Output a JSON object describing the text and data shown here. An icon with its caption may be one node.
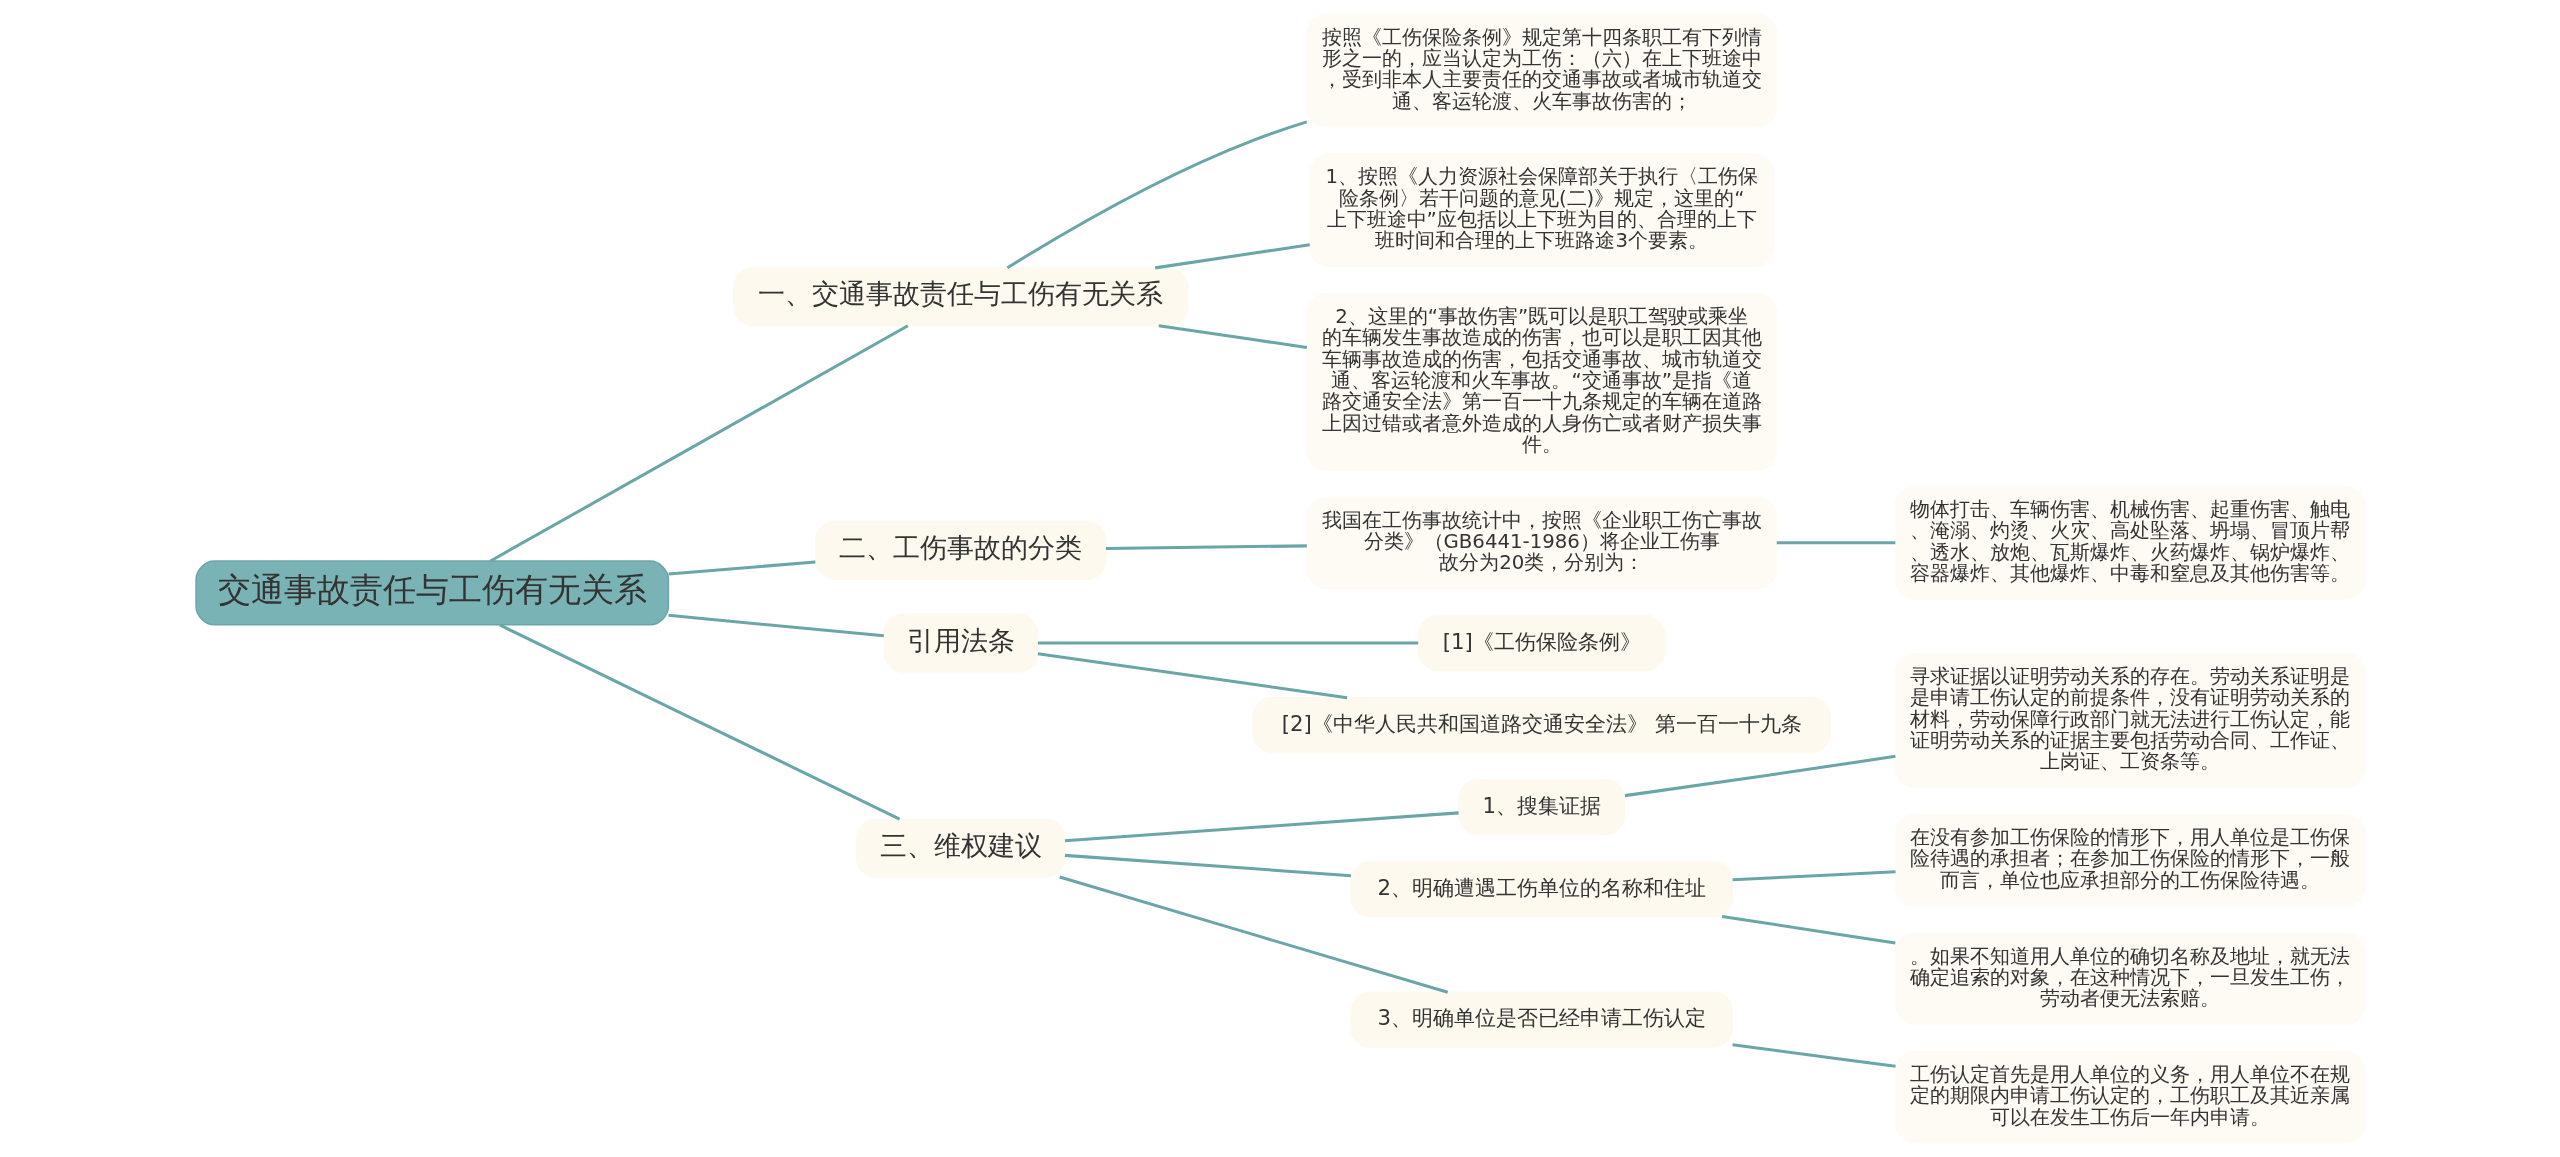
{
  "diagram": {
    "nodes": [
      {
        "text": [
          "交通事故责任与工伤有无关系"
        ]
      },
      {
        "text": [
          "一、交通事故责任与工伤有无关系"
        ]
      },
      {
        "text": [
          "按照《工伤保险条例》规定第十四条职工有下列情形之一的，应当认定为工伤：（六）在上下班途中，受到非本人主要责任的交通事故或者城市轨道交通、客运轮渡、火车事故伤害的；"
        ]
      },
      {
        "text": [
          "1、按照《人力资源社会保障部关于执行〈工伤保险条例〉若干问题的意见(二)》规定，这里的“上下班途中”应包括以上下班为目的、合理的上下班时间和合理的上下班路途3个要素。"
        ]
      },
      {
        "text": [
          "2、这里的“事故伤害”既可以是职工驾驶或乘坐的车辆发生事故造成的伤害，也可以是职工因其他车辆事故造成的伤害，包括交通事故、城市轨道交通、客运轮渡和火车事故。“交通事故”是指《道路交通安全法》第一百一十九条规定的车辆在道路上因过错或者意外造成的人身伤亡或者财产损失事件。"
        ]
      },
      {
        "text": [
          "二、工伤事故的分类"
        ]
      },
      {
        "text": [
          "我国在工伤事故统计中，按照《企业职工伤亡事故分类》（GB6441-1986）将企业工伤事故分为20类，分别为："
        ]
      },
      {
        "text": [
          "物体打击、车辆伤害、机械伤害、起重伤害、触电、淹溺、灼烫、火灾、高处坠落、坍塌、冒顶片帮、透水、放炮、瓦斯爆炸、火药爆炸、锅炉爆炸、容器爆炸、其他爆炸、中毒和窒息及其他伤害等。"
        ]
      },
      {
        "text": [
          "引用法条"
        ]
      },
      {
        "text": [
          "[1]《工伤保险条例》"
        ]
      },
      {
        "text": [
          "[2]《中华人民共和国道路交通安全法》 第一百一十九条"
        ]
      },
      {
        "text": [
          "三、维权建议"
        ]
      },
      {
        "text": [
          "1、搜集证据"
        ]
      },
      {
        "text": [
          "寻求证据以证明劳动关系的存在。劳动关系证明是是申请工伤认定的前提条件，没有证明劳动关系的材料，劳动保障行政部门就无法进行工伤认定，能证明劳动关系的证据主要包括劳动合同、工作证、上岗证、工资条等。"
        ]
      },
      {
        "text": [
          "2、明确遭遇工伤单位的名称和住址"
        ]
      },
      {
        "text": [
          "在没有参加工伤保险的情形下，用人单位是工伤保险待遇的承担者；在参加工伤保险的情形下，一般而言，单位也应承担部分的工伤保险待遇。"
        ]
      },
      {
        "text": [
          "。如果不知道用人单位的确切名称及地址，就无法确定追索的对象，在这种情况下，一旦发生工伤，劳动者便无法索赔。"
        ]
      },
      {
        "text": [
          "3、明确单位是否已经申请工伤认定"
        ]
      },
      {
        "text": [
          "工伤认定首先是用人单位的义务，用人单位不在规定的期限内申请工伤认定的，工伤职工及其近亲属可以在发生工伤后一年内申请。"
        ]
      }
    ],
    "edges": [
      {
        "from": 0,
        "to": 1,
        "arrow": "none"
      },
      {
        "from": 1,
        "to": 2,
        "arrow": "none"
      },
      {
        "from": 1,
        "to": 3,
        "arrow": "none"
      },
      {
        "from": 1,
        "to": 4,
        "arrow": "none"
      },
      {
        "from": 0,
        "to": 5,
        "arrow": "none"
      },
      {
        "from": 5,
        "to": 6,
        "arrow": "none"
      },
      {
        "from": 6,
        "to": 7,
        "arrow": "none"
      },
      {
        "from": 0,
        "to": 8,
        "arrow": "none"
      },
      {
        "from": 8,
        "to": 9,
        "arrow": "none"
      },
      {
        "from": 8,
        "to": 10,
        "arrow": "none"
      },
      {
        "from": 0,
        "to": 11,
        "arrow": "none"
      },
      {
        "from": 11,
        "to": 12,
        "arrow": "none"
      },
      {
        "from": 12,
        "to": 13,
        "arrow": "none"
      },
      {
        "from": 11,
        "to": 14,
        "arrow": "none"
      },
      {
        "from": 14,
        "to": 15,
        "arrow": "none"
      },
      {
        "from": 14,
        "to": 16,
        "arrow": "none"
      },
      {
        "from": 11,
        "to": 17,
        "arrow": "none"
      },
      {
        "from": 17,
        "to": 18,
        "arrow": "none"
      }
    ]
  }
}
